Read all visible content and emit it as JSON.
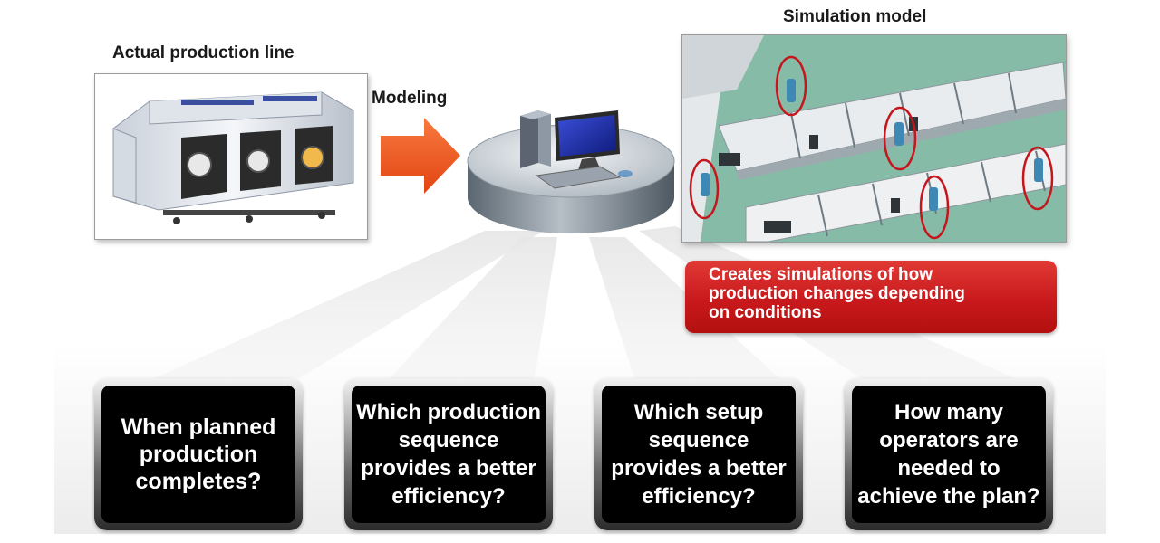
{
  "labels": {
    "actual_line": "Actual production line",
    "modeling": "Modeling",
    "simulation_model": "Simulation model"
  },
  "callout": {
    "lines": [
      "Creates simulations of how",
      "production changes depending",
      "on conditions"
    ]
  },
  "questions": [
    {
      "lines": [
        "When planned",
        "production",
        "completes?"
      ]
    },
    {
      "lines": [
        "Which production",
        "sequence",
        "provides a better",
        "efficiency?"
      ]
    },
    {
      "lines": [
        "Which setup",
        "sequence",
        "provides a better",
        "efficiency?"
      ]
    },
    {
      "lines": [
        "How many",
        "operators are",
        "needed to",
        "achieve the plan?"
      ]
    }
  ],
  "colors": {
    "arrow": "#f0561c",
    "callout": "#c9191c",
    "question_bg": "#000000",
    "sim_floor": "#7fb6a3",
    "operator_circle": "#c4161c"
  },
  "icons": {
    "machine_photo": "production-line-photo",
    "computer": "computer-icon",
    "simulation_view": "factory-simulation-view"
  }
}
